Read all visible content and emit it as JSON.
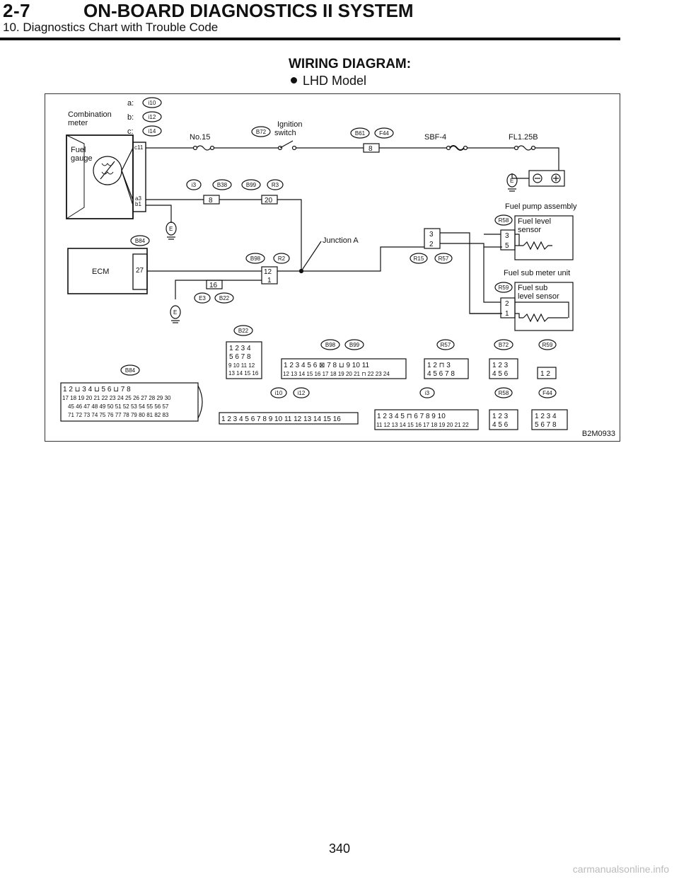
{
  "header": {
    "section_code": "2-7",
    "title": "ON-BOARD DIAGNOSTICS II SYSTEM",
    "subtitle": "10. Diagnostics Chart with Trouble Code"
  },
  "content": {
    "heading": "WIRING DIAGRAM:",
    "bullet": "LHD Model"
  },
  "diagram": {
    "figure_id": "B2M0933",
    "components": {
      "combination_meter": [
        "Combination",
        "meter"
      ],
      "fuel_gauge": [
        "Fuel",
        "gauge"
      ],
      "ecm": "ECM",
      "ignition_switch": [
        "Ignition",
        "switch"
      ],
      "fuse_no15": "No.15",
      "sbf4": "SBF-4",
      "fl125b": "FL1.25B",
      "fuel_pump_assembly": "Fuel pump assembly",
      "fuel_level_sensor": [
        "Fuel level",
        "sensor"
      ],
      "fuel_sub_meter_unit": "Fuel sub meter unit",
      "fuel_sub_level_sensor": [
        "Fuel sub",
        "level sensor"
      ],
      "junction_a": "Junction A",
      "ground": "E"
    },
    "meter_connectors": [
      {
        "label": "a:",
        "code": "i10"
      },
      {
        "label": "b:",
        "code": "i12"
      },
      {
        "label": "c:",
        "code": "i14"
      }
    ],
    "connector_codes": {
      "b72": "B72",
      "b61": "B61",
      "f44": "F44",
      "i3": "i3",
      "b38": "B38",
      "b99": "B99",
      "r3": "R3",
      "b84": "B84",
      "b98": "B98",
      "r2": "R2",
      "r15": "R15",
      "r57": "R57",
      "r58": "R58",
      "r59": "R59",
      "e3": "E3",
      "b22": "B22",
      "i10": "i10",
      "i12": "i12"
    },
    "pins": {
      "c11": "c11",
      "a3": "a3",
      "b1": "b1",
      "p8a": "8",
      "p8b": "8",
      "p20": "20",
      "p27": "27",
      "p12": "12",
      "p1a": "1",
      "p16": "16",
      "p3a": "3",
      "p2a": "2",
      "p3b": "3",
      "p5": "5",
      "p2b": "2",
      "p1b": "1"
    },
    "connector_grids": {
      "b22": [
        "1 2 3 4",
        "5 6 7 8",
        "9 10 11 12",
        "13 14 15 16"
      ],
      "b98_b99": [
        "1 2 3 4 5 6 ⊠ 7 8 ⊔ 9 10 11",
        "12 13 14 15 16 17 18 19 20 21 ⊓ 22 23 24"
      ],
      "r57": [
        "1 2 ⊓ 3",
        "4 5 6 7 8"
      ],
      "b72": [
        "1 2 3",
        "4 5 6"
      ],
      "r59": [
        "1 2"
      ],
      "b84": [
        "1 2 ⊔ 3 4 ⊔ 5 6 ⊔ 7 8",
        "17 18 19 20 21 22 23 24 25 26 27 28 29 30",
        "45 46 47 48 49 50 51 52 53 54 55 56 57",
        "71 72 73 74 75 76 77 78 79 80 81 82 83"
      ],
      "i10_i12": [
        "1 2 3 4 5 6 7 8 9 10 11 12 13 14 15 16"
      ],
      "i3": [
        "1 2 3 4 5 ⊓ 6 7 8 9 10",
        "11 12 13 14 15 16 17 18 19 20 21 22"
      ],
      "r58": [
        "1 2 3",
        "4 5 6"
      ],
      "f44": [
        "1 2 3 4",
        "5 6 7 8"
      ]
    }
  },
  "footer": {
    "page_number": "340",
    "watermark": "carmanualsonline.info"
  }
}
